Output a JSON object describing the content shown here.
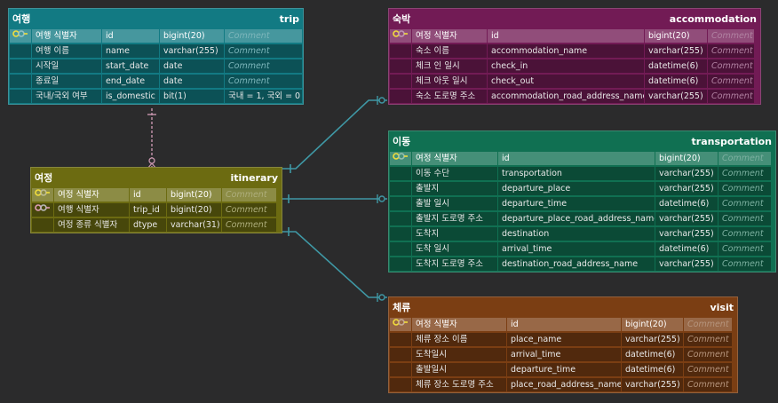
{
  "colors": {
    "canvas": "#2b2b2c",
    "link_line": "#3f98a5",
    "link_line_dashed": "#c795ad",
    "trip": "#127a83",
    "accommodation": "#721b55",
    "transportation": "#107052",
    "itinerary": "#6c6b11",
    "visit": "#7b3e13"
  },
  "tables": [
    {
      "key": "trip",
      "title_ko": "여행",
      "title_en": "trip",
      "rows": [
        {
          "icon": "key-icon",
          "label": "여행 식별자",
          "column": "id",
          "type": "bigint(20)",
          "comment": "Comment",
          "pk": true
        },
        {
          "icon": "",
          "label": "여행 이름",
          "column": "name",
          "type": "varchar(255)",
          "comment": "Comment"
        },
        {
          "icon": "",
          "label": "시작일",
          "column": "start_date",
          "type": "date",
          "comment": "Comment"
        },
        {
          "icon": "",
          "label": "종료일",
          "column": "end_date",
          "type": "date",
          "comment": "Comment"
        },
        {
          "icon": "",
          "label": "국내/국외 여부",
          "column": "is_domestic",
          "type": "bit(1)",
          "comment": "국내 = 1, 국외 = 0",
          "comment_set": true
        }
      ]
    },
    {
      "key": "accommodation",
      "title_ko": "숙박",
      "title_en": "accommodation",
      "rows": [
        {
          "icon": "key-icon",
          "label": "여정 식별자",
          "column": "id",
          "type": "bigint(20)",
          "comment": "Comment",
          "pk": true
        },
        {
          "icon": "",
          "label": "숙소 이름",
          "column": "accommodation_name",
          "type": "varchar(255)",
          "comment": "Comment"
        },
        {
          "icon": "",
          "label": "체크 인 일시",
          "column": "check_in",
          "type": "datetime(6)",
          "comment": "Comment"
        },
        {
          "icon": "",
          "label": "체크 아웃 일시",
          "column": "check_out",
          "type": "datetime(6)",
          "comment": "Comment"
        },
        {
          "icon": "",
          "label": "숙소 도로명 주소",
          "column": "accommodation_road_address_name",
          "type": "varchar(255)",
          "comment": "Comment"
        }
      ]
    },
    {
      "key": "transportation",
      "title_ko": "이동",
      "title_en": "transportation",
      "rows": [
        {
          "icon": "key-icon",
          "label": "여정 식별자",
          "column": "id",
          "type": "bigint(20)",
          "comment": "Comment",
          "pk": true
        },
        {
          "icon": "",
          "label": "이동 수단",
          "column": "transportation",
          "type": "varchar(255)",
          "comment": "Comment"
        },
        {
          "icon": "",
          "label": "출발지",
          "column": "departure_place",
          "type": "varchar(255)",
          "comment": "Comment"
        },
        {
          "icon": "",
          "label": "출발 일시",
          "column": "departure_time",
          "type": "datetime(6)",
          "comment": "Comment"
        },
        {
          "icon": "",
          "label": "출발지 도로명 주소",
          "column": "departure_place_road_address_name",
          "type": "varchar(255)",
          "comment": "Comment"
        },
        {
          "icon": "",
          "label": "도착지",
          "column": "destination",
          "type": "varchar(255)",
          "comment": "Comment"
        },
        {
          "icon": "",
          "label": "도착 일시",
          "column": "arrival_time",
          "type": "datetime(6)",
          "comment": "Comment"
        },
        {
          "icon": "",
          "label": "도착지 도로명 주소",
          "column": "destination_road_address_name",
          "type": "varchar(255)",
          "comment": "Comment"
        }
      ]
    },
    {
      "key": "itinerary",
      "title_ko": "여정",
      "title_en": "itinerary",
      "rows": [
        {
          "icon": "key-icon",
          "label": "여정 식별자",
          "column": "id",
          "type": "bigint(20)",
          "comment": "Comment",
          "pk": true
        },
        {
          "icon": "foreign-key-icon",
          "label": "여행 식별자",
          "column": "trip_id",
          "type": "bigint(20)",
          "comment": "Comment"
        },
        {
          "icon": "",
          "label": "여정 종류 식별자",
          "column": "dtype",
          "type": "varchar(31)",
          "comment": "Comment"
        }
      ]
    },
    {
      "key": "visit",
      "title_ko": "체류",
      "title_en": "visit",
      "rows": [
        {
          "icon": "key-icon",
          "label": "여정 식별자",
          "column": "id",
          "type": "bigint(20)",
          "comment": "Comment",
          "pk": true
        },
        {
          "icon": "",
          "label": "체류 장소 이름",
          "column": "place_name",
          "type": "varchar(255)",
          "comment": "Comment"
        },
        {
          "icon": "",
          "label": "도착일시",
          "column": "arrival_time",
          "type": "datetime(6)",
          "comment": "Comment"
        },
        {
          "icon": "",
          "label": "출발일시",
          "column": "departure_time",
          "type": "datetime(6)",
          "comment": "Comment"
        },
        {
          "icon": "",
          "label": "체류 장소 도로명 주소",
          "column": "place_road_address_name",
          "type": "varchar(255)",
          "comment": "Comment"
        }
      ]
    }
  ],
  "relationships": [
    {
      "from": "trip",
      "to": "itinerary",
      "style": "dashed",
      "from_end": "one",
      "to_end": "zero-or-many"
    },
    {
      "from": "itinerary",
      "to": "accommodation",
      "style": "solid",
      "from_end": "one",
      "to_end": "zero-or-one"
    },
    {
      "from": "itinerary",
      "to": "transportation",
      "style": "solid",
      "from_end": "one",
      "to_end": "zero-or-one"
    },
    {
      "from": "itinerary",
      "to": "visit",
      "style": "solid",
      "from_end": "one",
      "to_end": "zero-or-one"
    }
  ]
}
